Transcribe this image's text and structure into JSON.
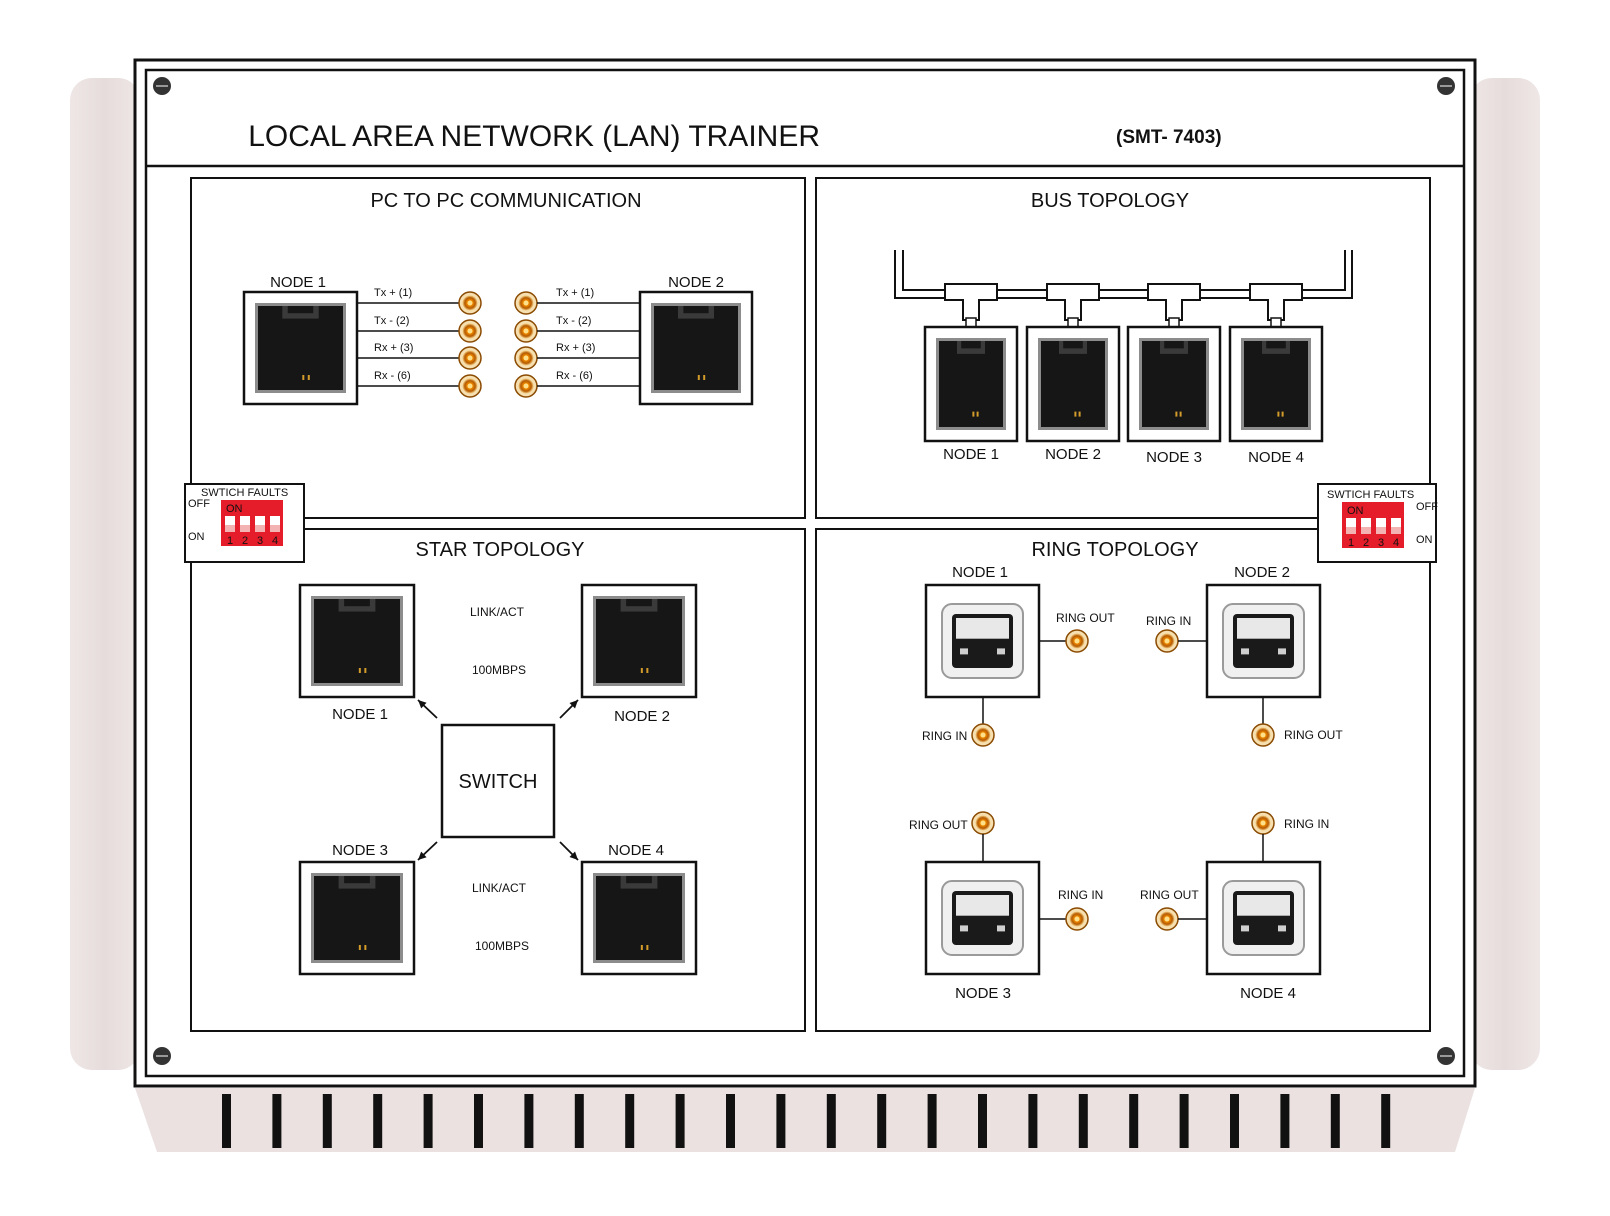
{
  "title": "LOCAL AREA NETWORK (LAN) TRAINER",
  "model": "(SMT- 7403)",
  "colors": {
    "panel": "#ffffff",
    "wood": "#ece2e2",
    "line": "#111111",
    "jack": "#141414",
    "socket_ring": "#c87000",
    "socket_center": "#f08a00",
    "dip": "#e51d2a"
  },
  "pc": {
    "title": "PC TO PC COMMUNICATION",
    "node1": "NODE 1",
    "node2": "NODE 2",
    "left_pins": [
      "Tx + (1)",
      "Tx - (2)",
      "Rx + (3)",
      "Rx - (6)"
    ],
    "right_pins": [
      "Tx + (1)",
      "Tx - (2)",
      "Rx + (3)",
      "Rx - (6)"
    ]
  },
  "bus": {
    "title": "BUS TOPOLOGY",
    "nodes": [
      "NODE 1",
      "NODE 2",
      "NODE 3",
      "NODE 4"
    ]
  },
  "star": {
    "title": "STAR TOPOLOGY",
    "switch": "SWITCH",
    "nodes": [
      "NODE 1",
      "NODE 2",
      "NODE 3",
      "NODE 4"
    ],
    "led_top_1": "LINK/ACT",
    "led_top_2": "100MBPS",
    "led_bottom_1": "LINK/ACT",
    "led_bottom_2": "100MBPS"
  },
  "ring": {
    "title": "RING TOPOLOGY",
    "nodes": [
      "NODE 1",
      "NODE 2",
      "NODE 3",
      "NODE 4"
    ],
    "ring_in": "RING IN",
    "ring_out": "RING OUT"
  },
  "faults": {
    "left": {
      "title": "SWTICH FAULTS",
      "off": "OFF",
      "on": "ON",
      "dip_on": "ON",
      "dip_numbers": [
        "1",
        "2",
        "3",
        "4"
      ]
    },
    "right": {
      "title": "SWTICH FAULTS",
      "off": "OFF",
      "on": "ON",
      "dip_on": "ON",
      "dip_numbers": [
        "1",
        "2",
        "3",
        "4"
      ]
    }
  }
}
